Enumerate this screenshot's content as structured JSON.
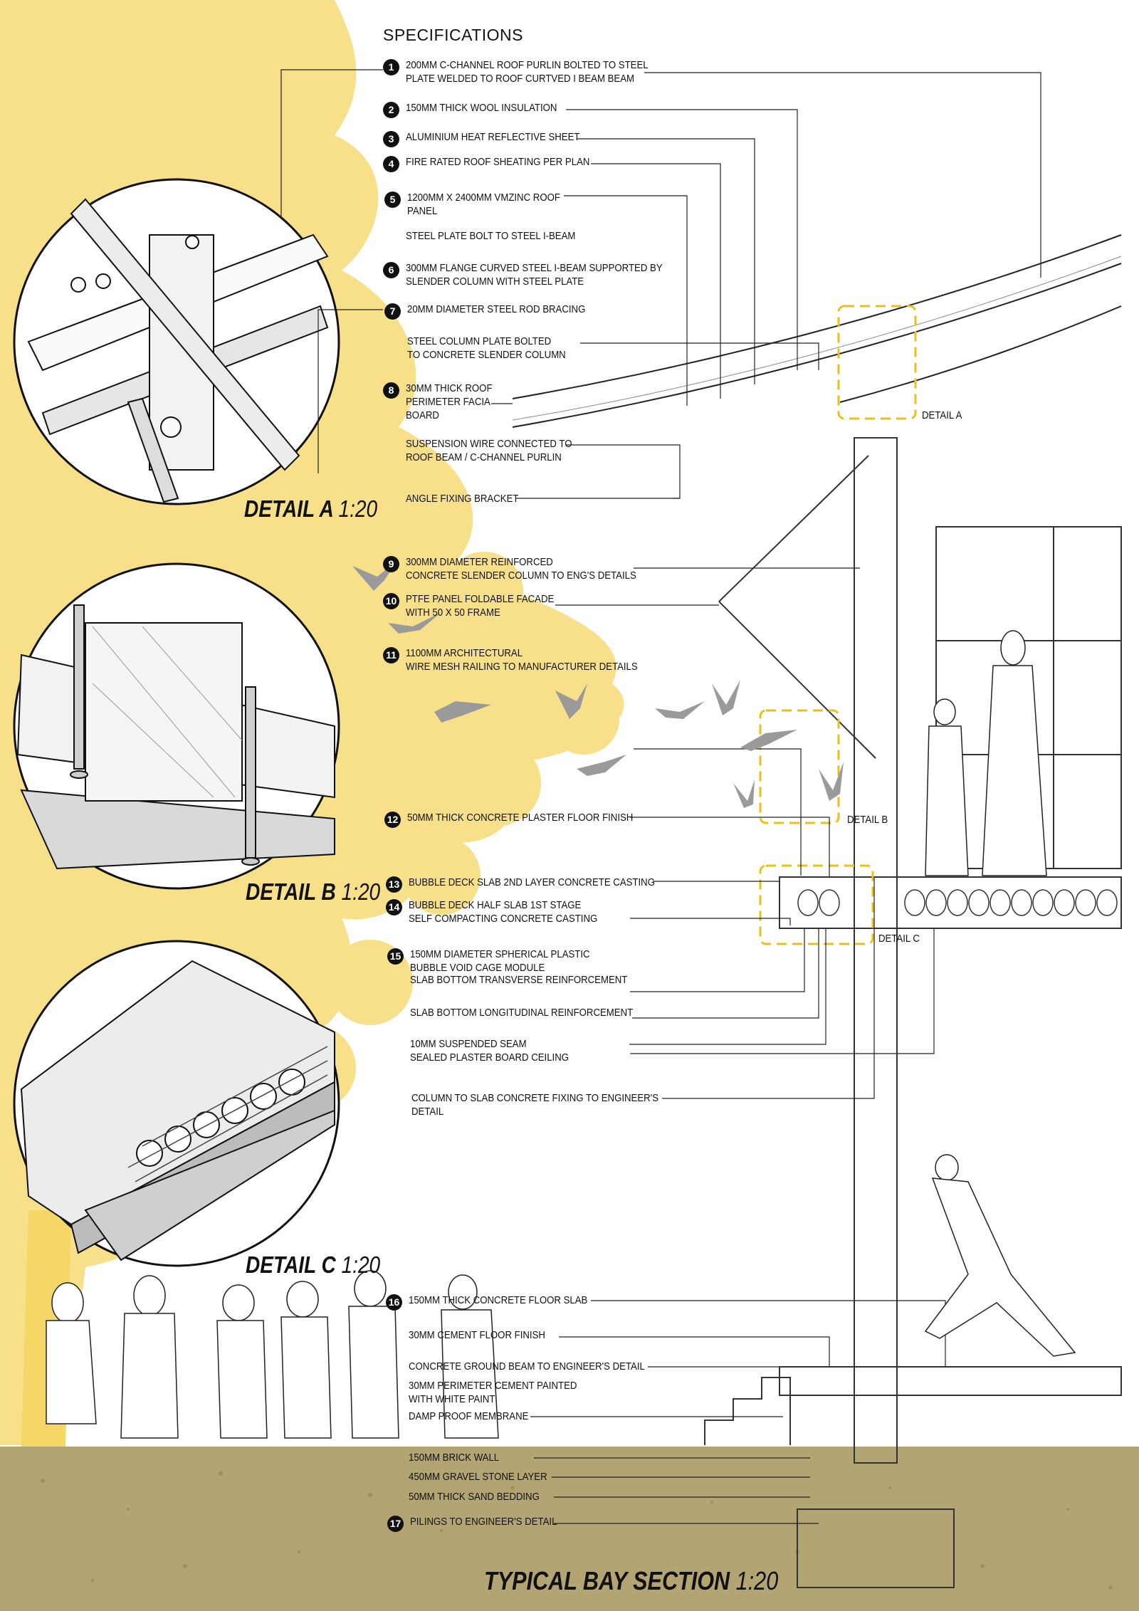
{
  "title": "SPECIFICATIONS",
  "specs": [
    {
      "num": "1",
      "text": "200MM C-CHANNEL ROOF PURLIN BOLTED TO STEEL\nPLATE WELDED TO ROOF CURTVED I BEAM BEAM"
    },
    {
      "num": "2",
      "text": "150MM THICK WOOL INSULATION"
    },
    {
      "num": "3",
      "text": "ALUMINIUM HEAT REFLECTIVE SHEET"
    },
    {
      "num": "4",
      "text": "FIRE RATED ROOF SHEATING PER PLAN"
    },
    {
      "num": "5",
      "text": "1200MM X 2400MM VMZINC ROOF\nPANEL"
    },
    {
      "num": "",
      "text": "STEEL PLATE BOLT TO STEEL I-BEAM"
    },
    {
      "num": "6",
      "text": "300MM FLANGE CURVED STEEL I-BEAM SUPPORTED BY\nSLENDER COLUMN WITH STEEL PLATE"
    },
    {
      "num": "7",
      "text": "20MM DIAMETER STEEL ROD BRACING"
    },
    {
      "num": "",
      "text": "STEEL COLUMN PLATE BOLTED\nTO CONCRETE SLENDER COLUMN"
    },
    {
      "num": "8",
      "text": "30MM THICK ROOF\nPERIMETER FACIA\nBOARD"
    },
    {
      "num": "",
      "text": "SUSPENSION WIRE CONNECTED TO\nROOF BEAM / C-CHANNEL PURLIN"
    },
    {
      "num": "",
      "text": "ANGLE FIXING BRACKET"
    },
    {
      "num": "9",
      "text": "300MM DIAMETER REINFORCED\nCONCRETE SLENDER COLUMN TO ENG'S DETAILS"
    },
    {
      "num": "10",
      "text": "PTFE PANEL FOLDABLE FACADE\nWITH 50 X 50 FRAME"
    },
    {
      "num": "11",
      "text": "1100MM ARCHITECTURAL\nWIRE MESH RAILING TO MANUFACTURER DETAILS"
    },
    {
      "num": "12",
      "text": "50MM THICK CONCRETE PLASTER FLOOR FINISH"
    },
    {
      "num": "13",
      "text": "BUBBLE DECK SLAB 2ND LAYER CONCRETE CASTING"
    },
    {
      "num": "14",
      "text": "BUBBLE DECK HALF SLAB 1ST STAGE\nSELF COMPACTING CONCRETE CASTING"
    },
    {
      "num": "15",
      "text": "150MM DIAMETER SPHERICAL PLASTIC\nBUBBLE VOID CAGE MODULE"
    },
    {
      "num": "",
      "text": "SLAB BOTTOM TRANSVERSE REINFORCEMENT"
    },
    {
      "num": "",
      "text": "SLAB BOTTOM LONGITUDINAL REINFORCEMENT"
    },
    {
      "num": "",
      "text": "10MM SUSPENDED SEAM\nSEALED PLASTER BOARD CEILING"
    },
    {
      "num": "",
      "text": "COLUMN TO SLAB CONCRETE FIXING TO ENGINEER'S\nDETAIL"
    },
    {
      "num": "16",
      "text": "150MM THICK CONCRETE FLOOR SLAB"
    },
    {
      "num": "",
      "text": "30MM CEMENT FLOOR FINISH"
    },
    {
      "num": "",
      "text": "CONCRETE GROUND BEAM TO ENGINEER'S DETAIL"
    },
    {
      "num": "",
      "text": "30MM PERIMETER CEMENT PAINTED\nWITH WHITE PAINT"
    },
    {
      "num": "",
      "text": "DAMP PROOF MEMBRANE"
    },
    {
      "num": "",
      "text": "150MM BRICK WALL"
    },
    {
      "num": "",
      "text": "450MM GRAVEL STONE LAYER"
    },
    {
      "num": "",
      "text": "50MM THICK SAND BEDDING"
    },
    {
      "num": "17",
      "text": "PILINGS TO ENGINEER'S DETAIL"
    }
  ],
  "details": [
    {
      "label": "DETAIL A",
      "scale": "1:20",
      "tag": "DETAIL A"
    },
    {
      "label": "DETAIL B",
      "scale": "1:20",
      "tag": "DETAIL B"
    },
    {
      "label": "DETAIL C",
      "scale": "1:20",
      "tag": "DETAIL C"
    }
  ],
  "main_title": {
    "label": "TYPICAL BAY SECTION",
    "scale": "1:20"
  },
  "colors": {
    "tree": "#f7e089",
    "ground": "#b3a474",
    "highlight": "#e8c21a",
    "ink": "#111111"
  }
}
